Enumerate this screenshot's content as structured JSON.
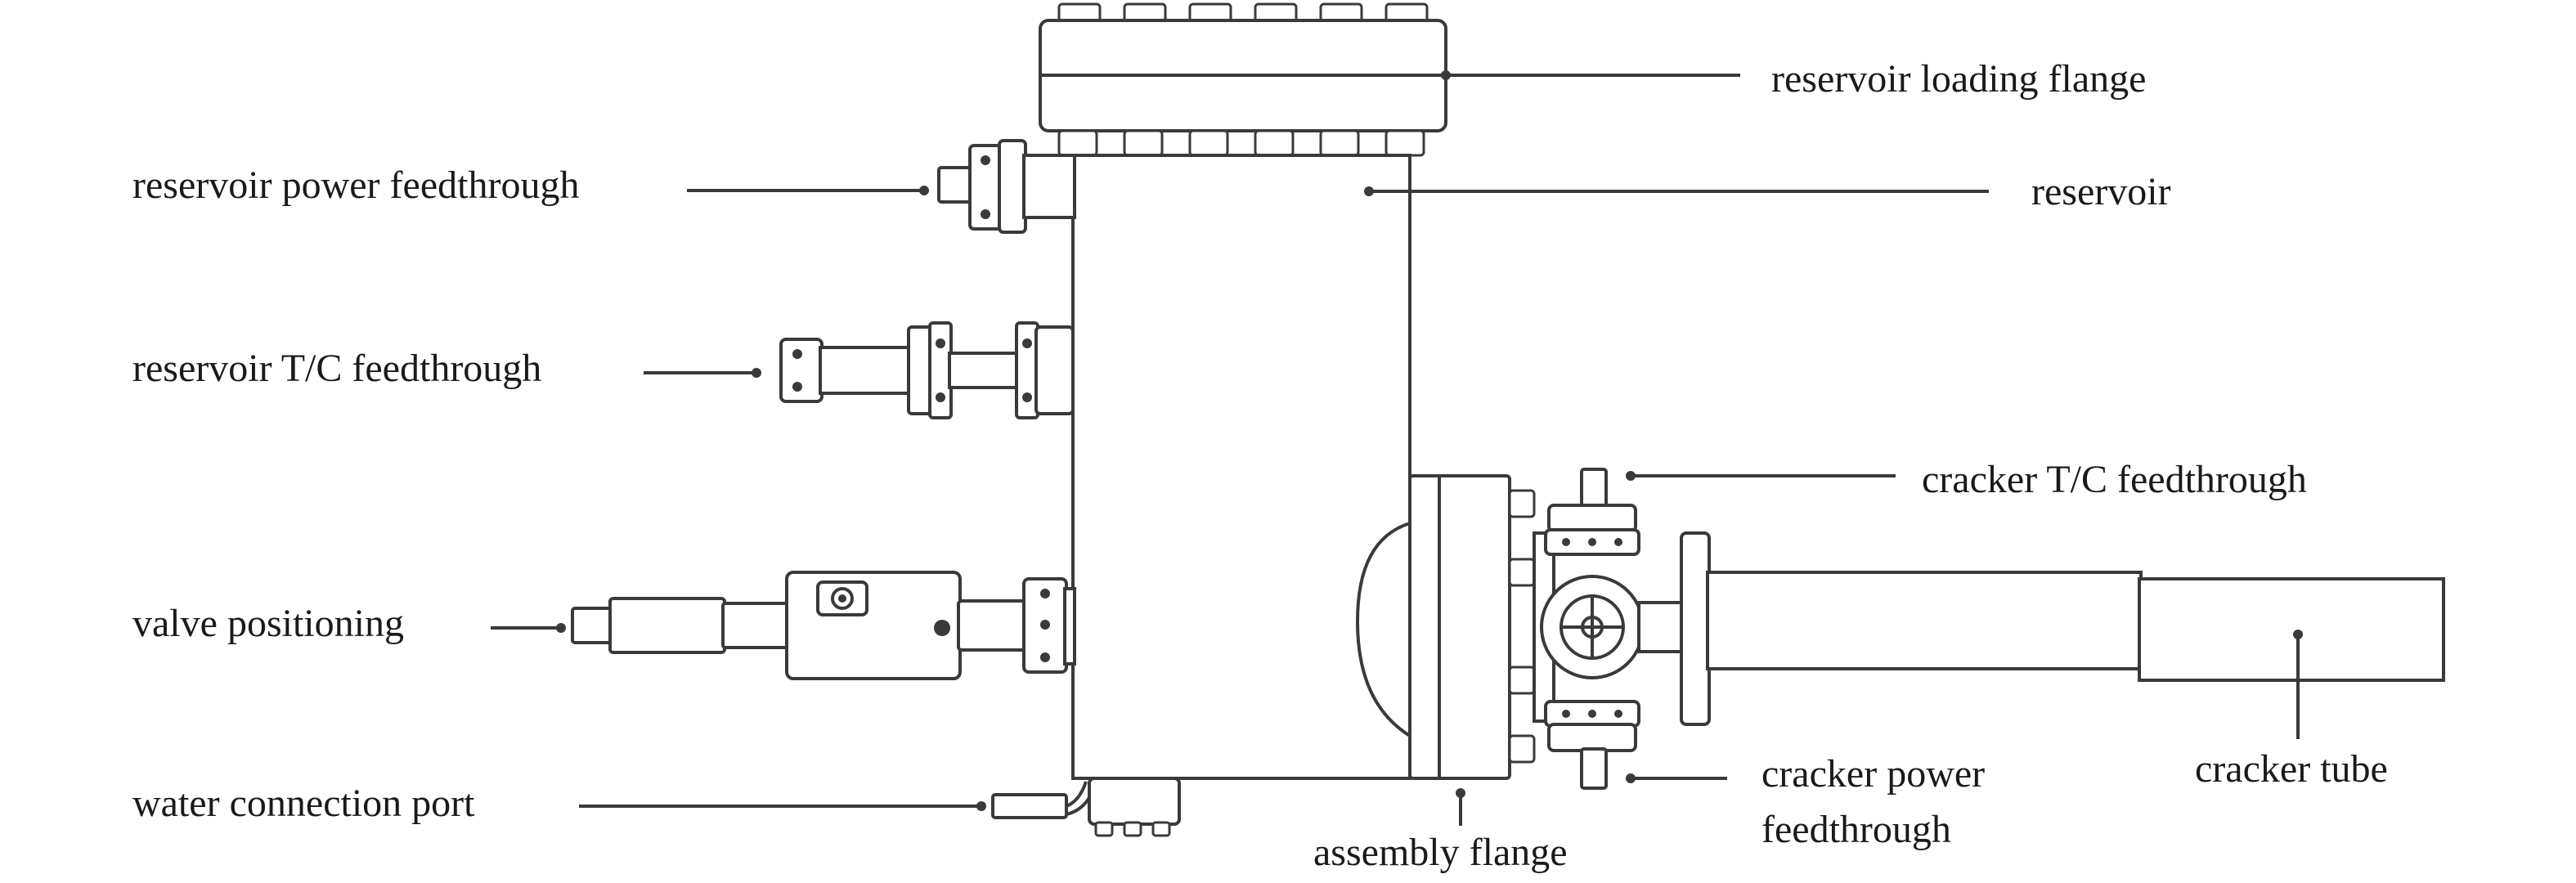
{
  "labels": {
    "reservoir_loading_flange": "reservoir loading flange",
    "reservoir_power_feedthrough": "reservoir power feedthrough",
    "reservoir": "reservoir",
    "reservoir_tc_feedthrough": "reservoir T/C feedthrough",
    "cracker_tc_feedthrough": "cracker T/C feedthrough",
    "valve_positioning": "valve positioning",
    "cracker_power_feedthrough_line1": "cracker power",
    "cracker_power_feedthrough_line2": "feedthrough",
    "cracker_tube": "cracker tube",
    "water_connection_port": "water connection port",
    "assembly_flange": "assembly flange"
  },
  "colors": {
    "line": "#3a3a3a",
    "text": "#1a1a1a",
    "background": "#ffffff"
  }
}
